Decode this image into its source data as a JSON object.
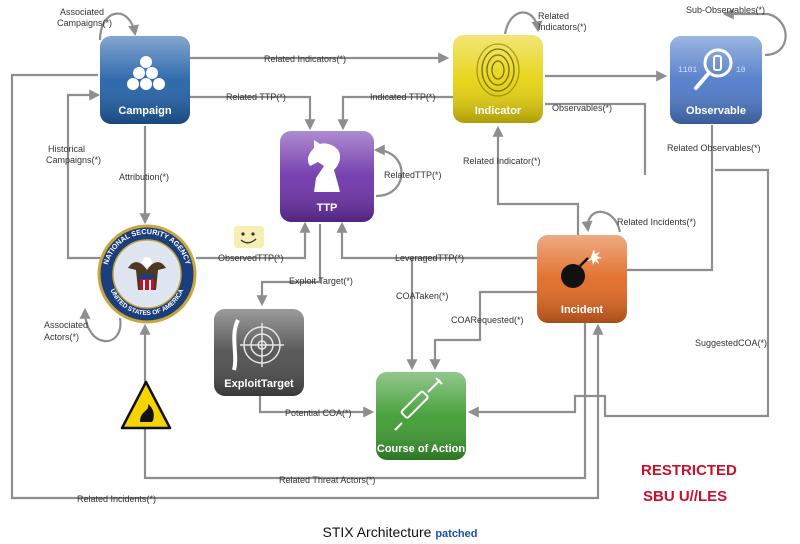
{
  "nodes": {
    "campaign": {
      "label": "Campaign",
      "color": "#1f5ea6"
    },
    "indicator": {
      "label": "Indicator",
      "color": "#e6d20a"
    },
    "observable": {
      "label": "Observable",
      "color": "#4b78c8"
    },
    "ttp": {
      "label": "TTP",
      "color": "#6b2fa8"
    },
    "incident": {
      "label": "Incident",
      "color": "#e0661e"
    },
    "exploit_target": {
      "label": "ExploitTarget",
      "color": "#4a4a4a"
    },
    "course_of_action": {
      "label": "Course of Action",
      "color": "#3a9a2e"
    }
  },
  "seal": {
    "top_text": "NATIONAL SECURITY AGENCY",
    "bottom_text": "UNITED STATES OF AMERICA"
  },
  "edge_labels": {
    "associated_campaigns_1": "Associated",
    "associated_campaigns_2": "Campaigns(*)",
    "related_indicators_top_1": "Related",
    "related_indicators_top_2": "Indicators(*)",
    "sub_observables": "Sub-Observables(*)",
    "related_indicators": "Related Indicators(*)",
    "related_ttp": "Related TTP(*)",
    "indicated_ttp": "Indicated TTP(*)",
    "observables": "Observables(*)",
    "related_observables": "Related Observables(*)",
    "historical_campaigns_1": "Historical",
    "historical_campaigns_2": "Campaigns(*)",
    "attribution": "Attribution(*)",
    "related_ttp_self": "RelatedTTP(*)",
    "related_indicator": "Related Indicator(*)",
    "related_incidents_self": "Related Incidents(*)",
    "observed_ttp": "ObservedTTP(*)",
    "leveraged_ttp": "LeveragedTTP(*)",
    "exploit_target": "Exploit Target(*)",
    "coa_taken": "COATaken(*)",
    "coa_requested": "COARequested(*)",
    "associated_actors_1": "Associated",
    "associated_actors_2": "Actors(*)",
    "suggested_coa": "SuggestedCOA(*)",
    "potential_coa": "Potential COA(*)",
    "related_threat_actors": "Related Threat Actors(*)",
    "related_incidents": "Related Incidents(*)"
  },
  "stamp": {
    "line1": "RESTRICTED",
    "line2": "SBU U//LES"
  },
  "caption": {
    "main": "STIX Architecture",
    "patch": "patched"
  },
  "icons": {
    "campaign": "cannonball-pile-icon",
    "indicator": "fingerprint-icon",
    "observable": "magnifier-binary-icon",
    "ttp": "chess-knight-icon",
    "incident": "bomb-icon",
    "exploit_target": "target-body-icon",
    "course_of_action": "syringe-icon",
    "warning": "hazard-triangle-icon",
    "smiley": "smiley-icon"
  }
}
